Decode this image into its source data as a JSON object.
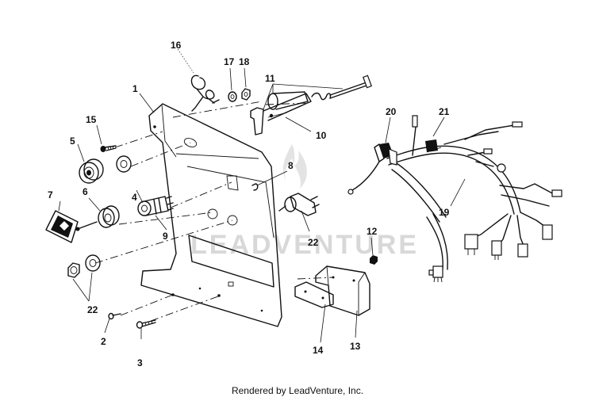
{
  "part_labels": [
    {
      "id": "1",
      "text": "1"
    },
    {
      "id": "2",
      "text": "2"
    },
    {
      "id": "3",
      "text": "3"
    },
    {
      "id": "4",
      "text": "4"
    },
    {
      "id": "5",
      "text": "5"
    },
    {
      "id": "6",
      "text": "6"
    },
    {
      "id": "7",
      "text": "7"
    },
    {
      "id": "8",
      "text": "8"
    },
    {
      "id": "9",
      "text": "9"
    },
    {
      "id": "10",
      "text": "10"
    },
    {
      "id": "11",
      "text": "11"
    },
    {
      "id": "12",
      "text": "12"
    },
    {
      "id": "13",
      "text": "13"
    },
    {
      "id": "14",
      "text": "14"
    },
    {
      "id": "15",
      "text": "15"
    },
    {
      "id": "16",
      "text": "16"
    },
    {
      "id": "17",
      "text": "17"
    },
    {
      "id": "18",
      "text": "18"
    },
    {
      "id": "19",
      "text": "19"
    },
    {
      "id": "20",
      "text": "20"
    },
    {
      "id": "21",
      "text": "21"
    },
    {
      "id": "22a",
      "text": "22"
    },
    {
      "id": "22b",
      "text": "22"
    }
  ],
  "watermark": {
    "text": "LEADVENTURE"
  },
  "footer": {
    "text": "Rendered by LeadVenture, Inc."
  }
}
